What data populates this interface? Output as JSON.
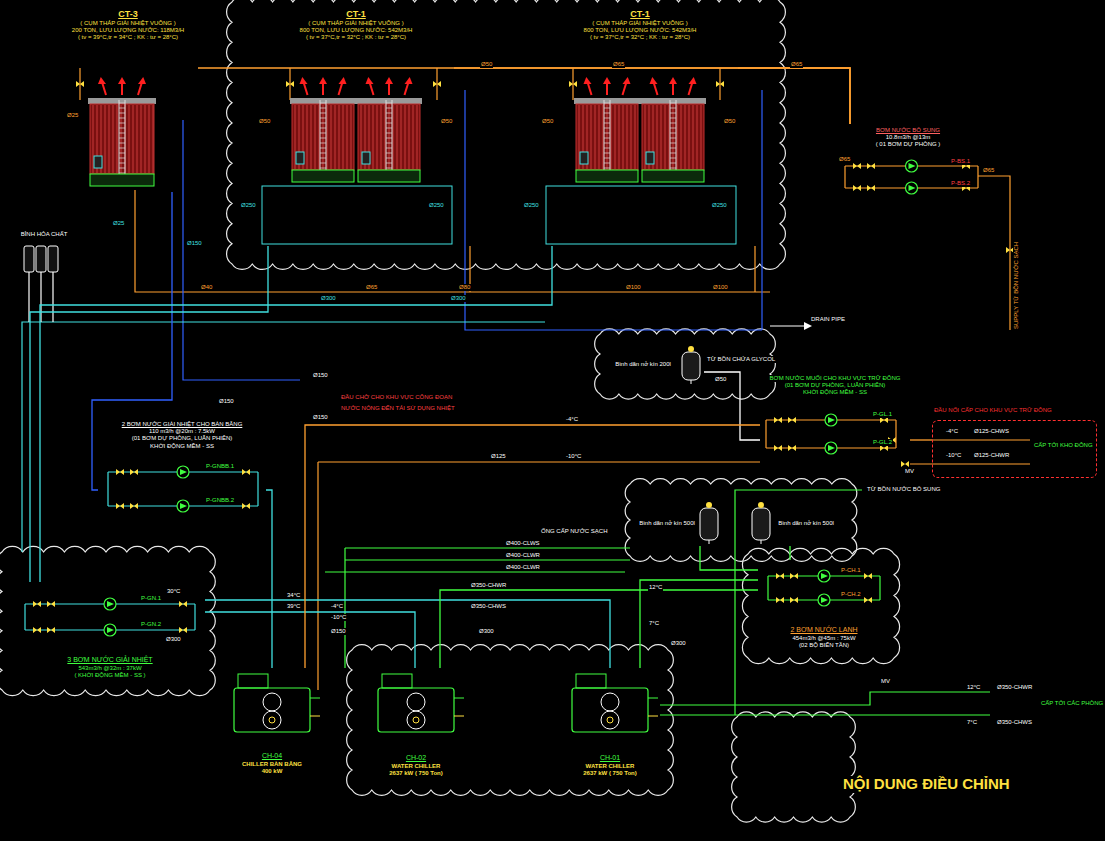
{
  "diagram": {
    "nodes": [
      {
        "text": [
          "CT-3",
          "( CỤM THÁP GIẢI NHIỆT VUÔNG )",
          "200 TON, LƯU LƯỢNG NƯỚC: 118M3/H",
          "( tv = 39°C,tr = 34°C ; KK : tư = 28°C)"
        ]
      },
      {
        "text": [
          "CT-1",
          "( CỤM THÁP GIẢI NHIỆT VUÔNG )",
          "800 TON, LƯU LƯỢNG NƯỚC: 542M3/H",
          "( tv = 37°C,tr = 32°C ; KK : tư = 28°C)"
        ]
      },
      {
        "text": [
          "CT-1",
          "( CỤM THÁP GIẢI NHIỆT VUÔNG )",
          "800 TON, LƯU LƯỢNG NƯỚC: 542M3/H",
          "( tv = 37°C,tr = 32°C ; KK : tư = 28°C)"
        ]
      },
      {
        "text": [
          "BÌNH HÓA CHẤT"
        ]
      },
      {
        "text": [
          "BƠM NƯỚC BỔ SUNG",
          "10.8m3/h @13m",
          "( 01 BƠM DỰ PHÒNG )"
        ]
      },
      {
        "text": [
          "2 BƠM NƯỚC GIẢI NHIỆT CHO BẢN BĂNG",
          "110 m3/h @20m : 7.5kW",
          "(01 BƠM DỰ PHÒNG, LUÂN PHIÊN)",
          "KHỞI ĐỘNG MỀM - SS"
        ]
      },
      {
        "text": [
          "3 BƠM NƯỚC GIẢI NHIỆT",
          "543m3/h @32m : 37kW",
          "( KHỞI ĐỘNG MỀM - SS )"
        ]
      },
      {
        "text": [
          "Bình dãn nở kín 200l"
        ]
      },
      {
        "text": [
          "BƠM NƯỚC MUỐI CHO KHU VỰC TRỮ ĐÔNG",
          "(01 BƠM DỰ PHÒNG, LUÂN PHIÊN)",
          "KHỞI ĐỘNG MỀM - SS"
        ]
      },
      {
        "text": [
          "ĐẦU NỐI CẤP CHO KHU VỰC TRỮ ĐÔNG",
          "-4°C",
          "Ø125-CHWS",
          "-10°C",
          "Ø125-CHWR",
          "CẤP TỚI KHO ĐÔNG"
        ]
      },
      {
        "text": [
          "Bình dãn nở kín 500l"
        ]
      },
      {
        "text": [
          "Bình dãn nở kín 500l"
        ]
      },
      {
        "text": [
          "2 BƠM NƯỚC LẠNH",
          "454m3/h @45m : 75kW",
          "(02 BỘ BIẾN TẦN)"
        ]
      },
      {
        "text": [
          "CH-04",
          "CHILLER BẢN BĂNG",
          "400 kW"
        ]
      },
      {
        "text": [
          "CH-02",
          "WATER CHILLER",
          "2637 kW ( 750 Ton)"
        ]
      },
      {
        "text": [
          "CH-01",
          "WATER CHILLER",
          "2637 kW ( 750 Ton)"
        ]
      }
    ],
    "edges": [
      {
        "from": 0,
        "to": 5,
        "arrow": "none"
      },
      {
        "from": 5,
        "to": 13,
        "arrow": "none"
      },
      {
        "from": 1,
        "to": 6,
        "arrow": "none"
      },
      {
        "from": 2,
        "to": 6,
        "arrow": "none"
      },
      {
        "from": 6,
        "to": 14,
        "arrow": "none"
      },
      {
        "from": 6,
        "to": 15,
        "arrow": "none"
      },
      {
        "from": 4,
        "to": 2,
        "arrow": "none"
      },
      {
        "from": 4,
        "to": 1,
        "arrow": "none"
      },
      {
        "from": 4,
        "to": 0,
        "arrow": "none"
      },
      {
        "from": 8,
        "to": 9,
        "arrow": "none"
      },
      {
        "from": 7,
        "to": 8,
        "arrow": "none"
      },
      {
        "from": 8,
        "to": 13,
        "arrow": "none"
      },
      {
        "from": 12,
        "to": 14,
        "arrow": "none"
      },
      {
        "from": 12,
        "to": 15,
        "arrow": "none"
      },
      {
        "from": 10,
        "to": 12,
        "arrow": "none"
      },
      {
        "from": 11,
        "to": 12,
        "arrow": "none"
      }
    ],
    "labels": [
      "Ø50",
      "Ø65",
      "Ø65",
      "Ø25",
      "Ø50",
      "Ø50",
      "Ø50",
      "Ø50",
      "Ø250",
      "Ø250",
      "Ø250",
      "Ø250",
      "Ø150",
      "Ø25",
      "Ø40",
      "Ø65",
      "Ø80",
      "Ø100",
      "Ø100",
      "Ø300",
      "Ø300",
      "DRAIN PIPE",
      "Ø65",
      "Ø65",
      "P-BS.1",
      "P-BS.2",
      "SUPPLY TỪ BỒN NƯỚC SẠCH",
      "TỪ BỒN CHỨA GLYCOL",
      "Ø50",
      "ĐẦU CHỜ CHO KHU VỰC CÔNG ĐOẠN",
      "NƯỚC NÓNG ĐẾN TÁI SỬ DỤNG NHIỆT",
      "Ø150",
      "Ø150",
      "Ø150",
      "-4°C",
      "-10°C",
      "Ø125",
      "P-GL.1",
      "P-GL.2",
      "TỪ BỒN NƯỚC BỔ SUNG",
      "Ø400-CLWS",
      "Ø400-CLWR",
      "Ø400-CLWR",
      "Ø350-CHWR",
      "Ø350-CHWS",
      "ỐNG CẤP NƯỚC SẠCH",
      "12°C",
      "7°C",
      "34°C",
      "39°C",
      "-4°C",
      "-10°C",
      "Ø150",
      "Ø300",
      "Ø300",
      "30°C",
      "Ø300",
      "MV",
      "MV",
      "12°C",
      "Ø350-CHWR",
      "Ø350-CHWS",
      "7°C",
      "CẤP TỚI CÁC PHÒNG",
      "NỘI DUNG ĐIỀU CHỈNH",
      "P-CH.1",
      "P-CH.2",
      "P-GN.1",
      "P-GN.2",
      "P-GNBB.1",
      "P-GNBB.2"
    ]
  }
}
